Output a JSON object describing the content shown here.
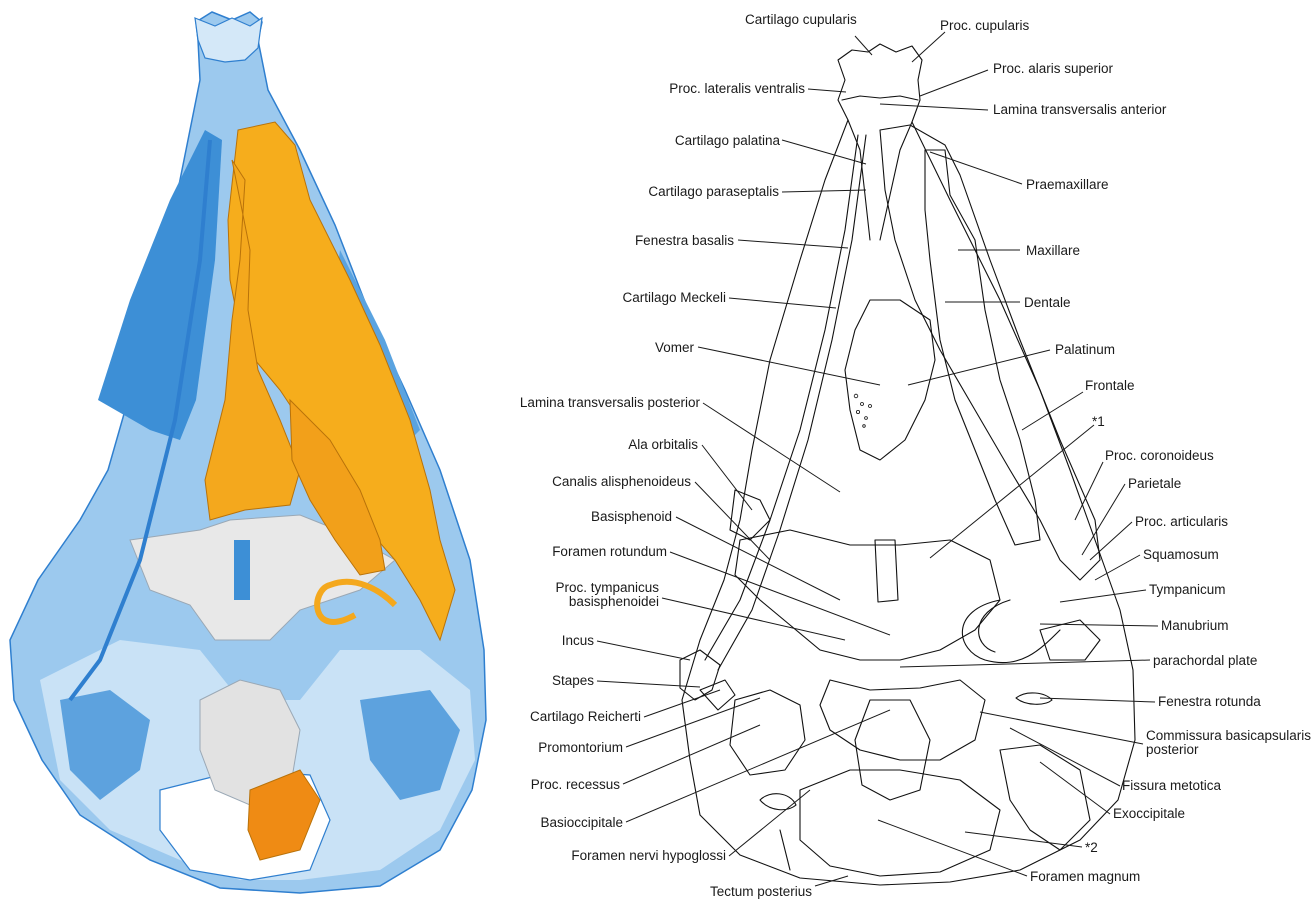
{
  "colors": {
    "cartilage_blue": "#3d8fd6",
    "cartilage_light": "#cfe6f7",
    "bone_orange": "#f4a81d",
    "bone_dark_orange": "#d9780c",
    "bone_white": "#e7e7e7",
    "line_ink": "#1a1a1a"
  },
  "labels": {
    "cartilago_cupularis": "Cartilago cupularis",
    "proc_cupularis": "Proc. cupularis",
    "proc_alaris_superior": "Proc. alaris superior",
    "proc_lateralis_ventralis": "Proc. lateralis ventralis",
    "lamina_transversalis_anterior": "Lamina transversalis anterior",
    "cartilago_palatina": "Cartilago palatina",
    "praemaxillare": "Praemaxillare",
    "cartilago_paraseptalis": "Cartilago paraseptalis",
    "fenestra_basalis": "Fenestra basalis",
    "maxillare": "Maxillare",
    "cartilago_meckeli": "Cartilago Meckeli",
    "dentale": "Dentale",
    "vomer": "Vomer",
    "palatinum": "Palatinum",
    "frontale": "Frontale",
    "lamina_transversalis_posterior": "Lamina transversalis posterior",
    "note_1": "*1",
    "ala_orbitalis": "Ala orbitalis",
    "proc_coronoideus": "Proc. coronoideus",
    "canalis_alisphenoideus": "Canalis alisphenoideus",
    "parietale": "Parietale",
    "basisphenoid": "Basisphenoid",
    "proc_articularis": "Proc. articularis",
    "foramen_rotundum": "Foramen rotundum",
    "squamosum": "Squamosum",
    "proc_tympanicus_line1": "Proc. tympanicus",
    "proc_tympanicus_line2": "basisphenoidei",
    "tympanicum": "Tympanicum",
    "manubrium": "Manubrium",
    "incus": "Incus",
    "parachordal_plate": "parachordal plate",
    "stapes": "Stapes",
    "fenestra_rotunda": "Fenestra rotunda",
    "cartilago_reicherti": "Cartilago Reicherti",
    "commissura_line1": "Commissura basicapsularis",
    "commissura_line2": "posterior",
    "promontorium": "Promontorium",
    "fissura_metotica": "Fissura metotica",
    "proc_recessus": "Proc. recessus",
    "exoccipitale": "Exoccipitale",
    "basioccipitale": "Basioccipitale",
    "note_2": "*2",
    "foramen_nervi_hypoglossi": "Foramen nervi hypoglossi",
    "foramen_magnum": "Foramen magnum",
    "tectum_posterius": "Tectum posterius"
  }
}
